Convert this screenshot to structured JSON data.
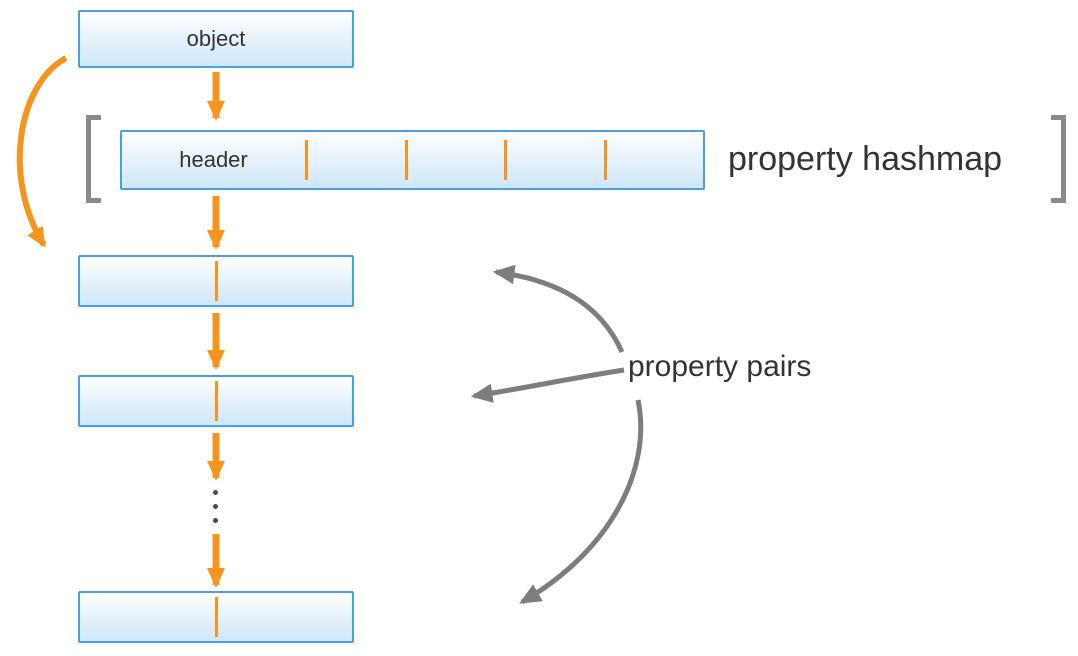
{
  "diagram": {
    "object_box": {
      "label": "object"
    },
    "hashmap": {
      "header_label": "header",
      "empty_slots": 4,
      "caption": "property hashmap"
    },
    "property_pairs": {
      "caption": "property pairs",
      "visible_boxes": 3,
      "ellipsis": "⋮"
    },
    "colors": {
      "accent_orange": "#F7941E",
      "box_border_blue": "#4AA0DE",
      "box_fill_blue": "#D6EBFA",
      "arrow_gray": "#7D7D7D",
      "bracket_gray": "#8A8A8A",
      "text": "#333333"
    }
  }
}
